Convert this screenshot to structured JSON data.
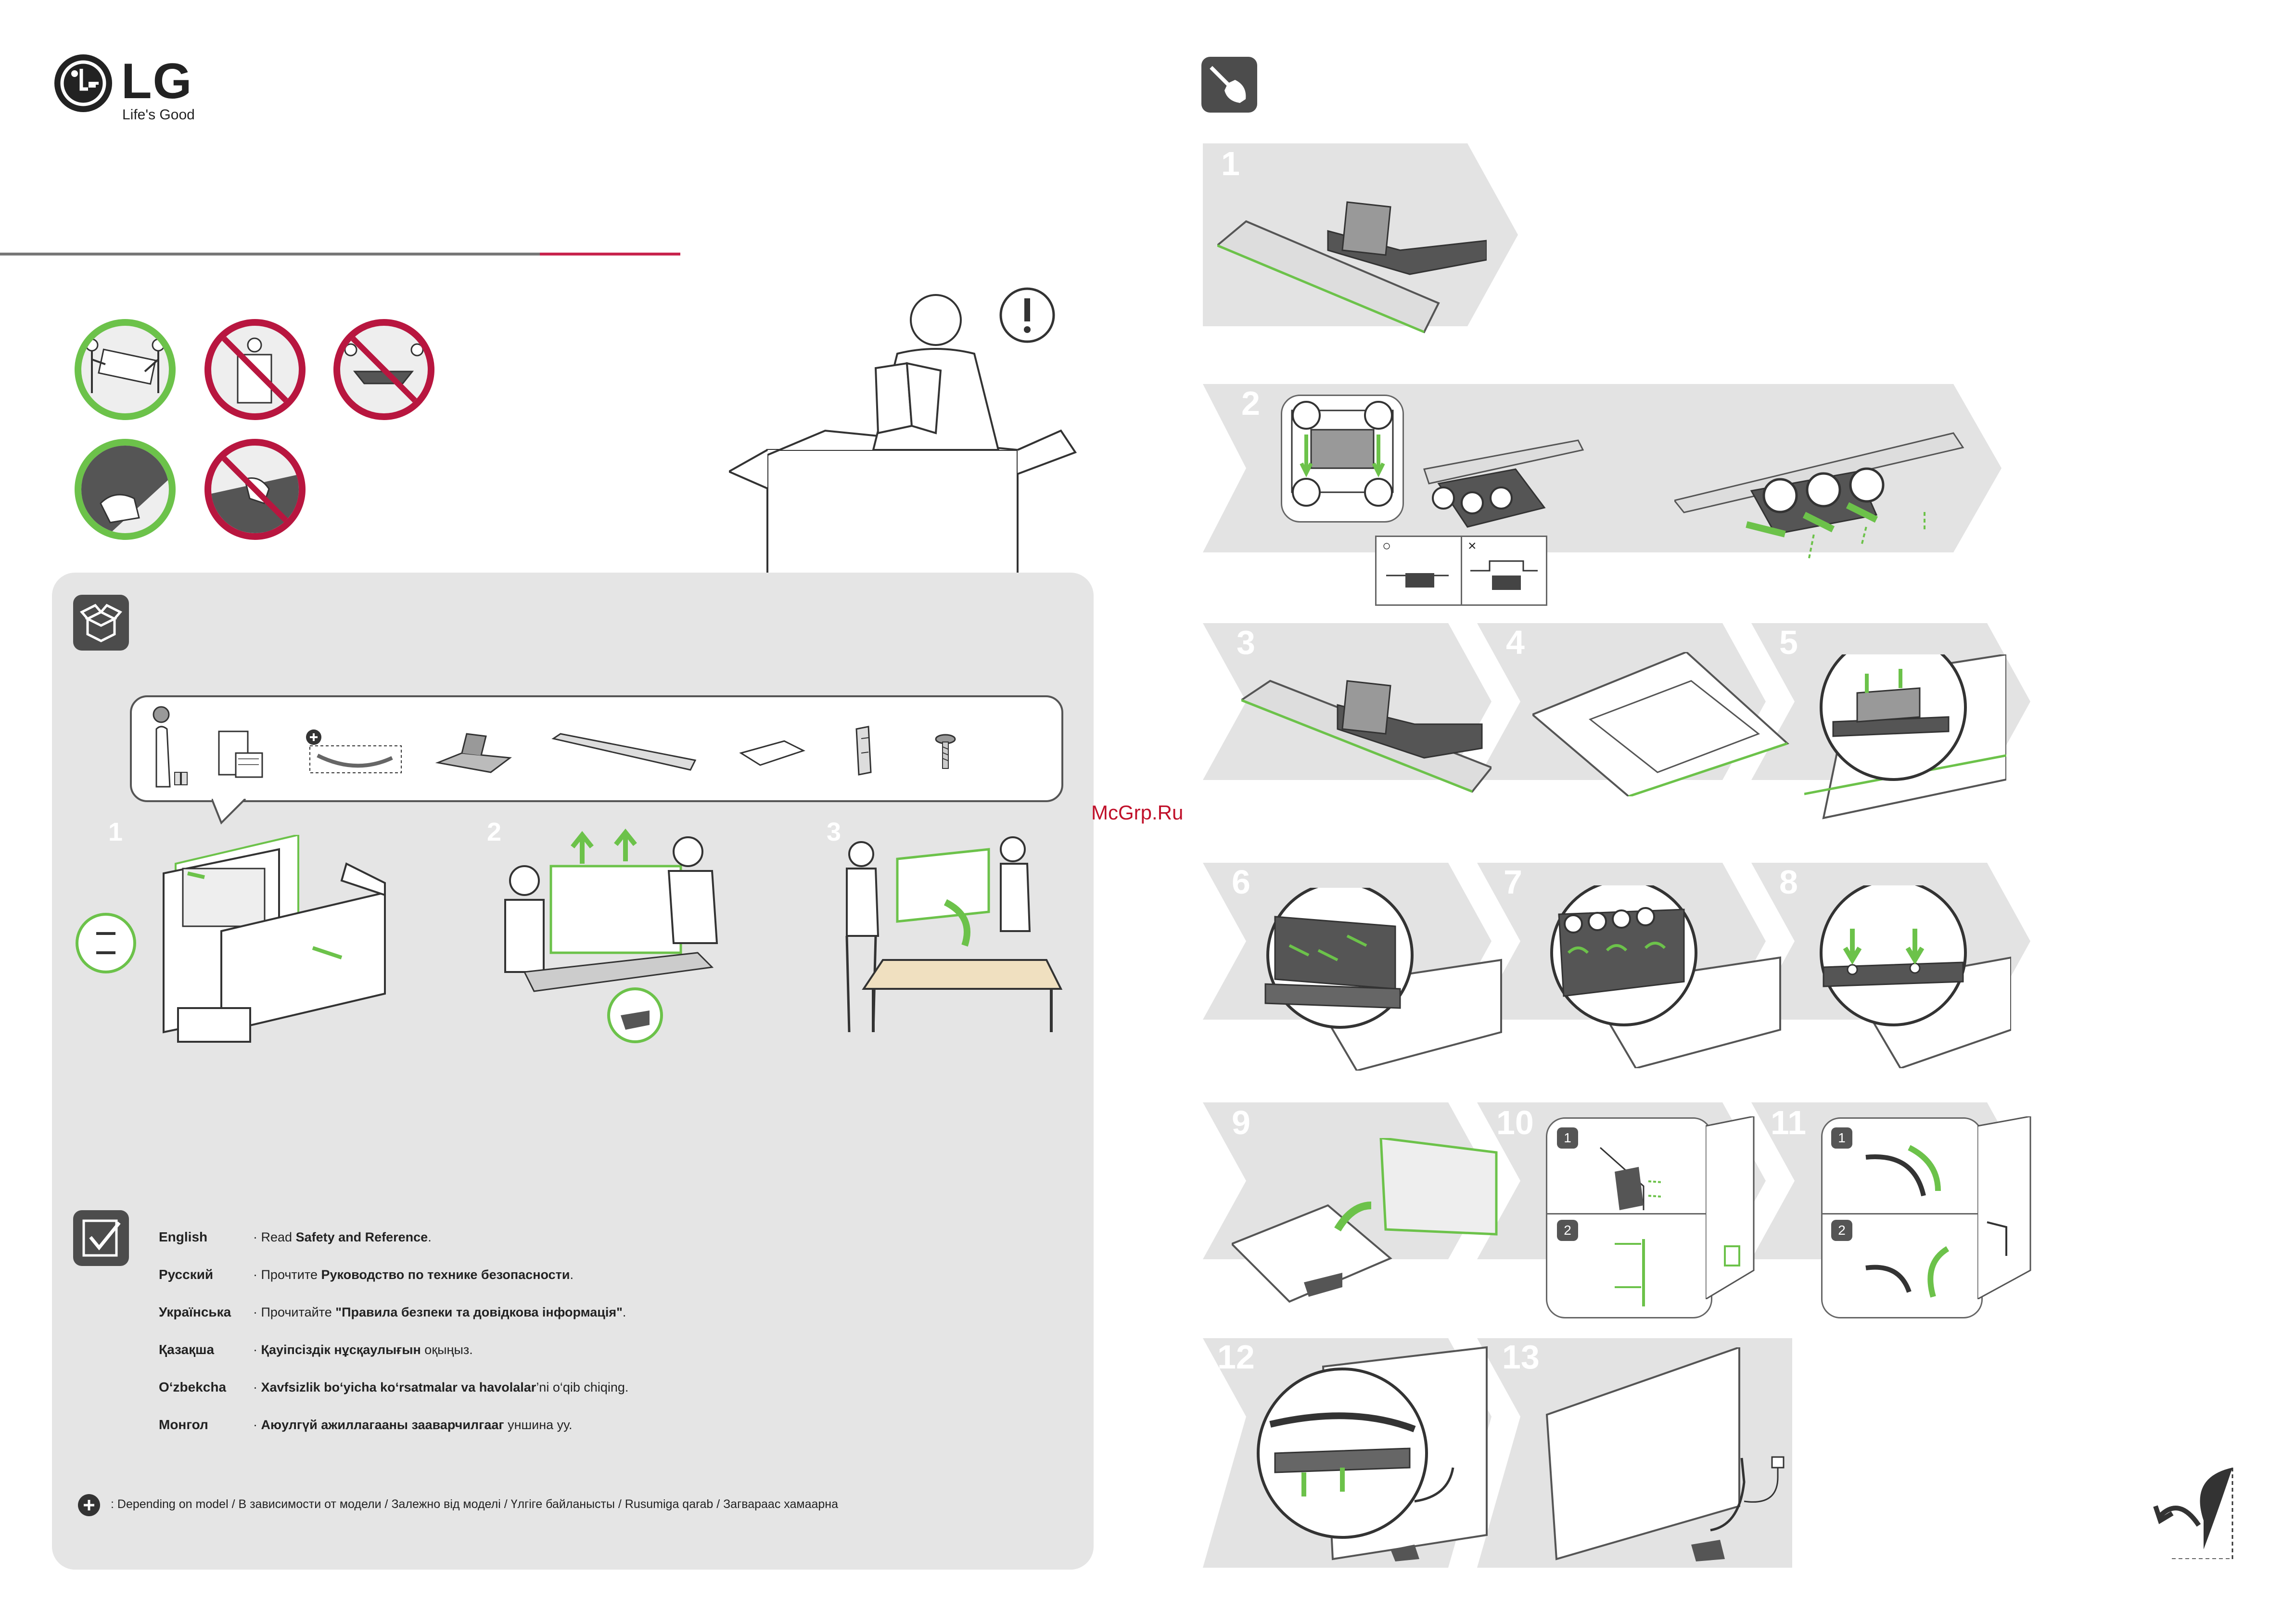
{
  "brand": {
    "logo_letters": "LG",
    "tagline": "Life's Good",
    "accent_green": "#6cc24a",
    "accent_red": "#b8163f",
    "brand_red": "#c8244d"
  },
  "watermark": "McGrp.Ru",
  "left": {
    "handling_badges": [
      {
        "kind": "ok",
        "icon": "two-people-carry-tv-icon"
      },
      {
        "kind": "no",
        "icon": "one-person-carry-tv-icon"
      },
      {
        "kind": "no",
        "icon": "carry-tv-flat-icon"
      },
      {
        "kind": "ok",
        "icon": "hold-tv-bottom-icon"
      },
      {
        "kind": "no",
        "icon": "touch-screen-icon"
      }
    ],
    "unpack_steps": [
      "1",
      "2",
      "3"
    ],
    "components": [
      {
        "icon": "remote-control-icon"
      },
      {
        "icon": "manuals-icon"
      },
      {
        "icon": "cable-tie-icon",
        "optional": true
      },
      {
        "icon": "stand-body-icon"
      },
      {
        "icon": "stand-base-icon"
      },
      {
        "icon": "back-cover-icon"
      },
      {
        "icon": "bracket-icon"
      },
      {
        "icon": "screw-icon"
      }
    ],
    "safety": {
      "languages": [
        {
          "name": "English",
          "bullet": "·",
          "pre": "Read ",
          "bold": "Safety and Reference",
          "post": "."
        },
        {
          "name": "Русский",
          "bullet": "·",
          "pre": "Прочтите ",
          "bold": "Руководство по технике безопасности",
          "post": "."
        },
        {
          "name": "Українська",
          "bullet": "·",
          "pre": "Прочитайте ",
          "bold": "\"Правила безпеки та довідкова інформація\"",
          "post": "."
        },
        {
          "name": "Қазақша",
          "bullet": "·",
          "pre": "",
          "bold": "Қауіпсіздік нұсқаулығын",
          "post": " оқыңыз."
        },
        {
          "name": "O‘zbekcha",
          "bullet": "·",
          "pre": "",
          "bold": "Xavfsizlik bo‘yicha ko‘rsatmalar va havolalar",
          "post": "’ni  o‘qib chiqing."
        },
        {
          "name": "Монгол",
          "bullet": "·",
          "pre": "",
          "bold": "Аюулгүй ажиллагааны зааварчилгааг",
          "post": " уншина уу."
        }
      ]
    },
    "footnote": ": Depending on model / В зависимости от модели / Залежно від моделі / Үлгіге байланысты / Rusumiga qarab / Загвараас хамаарна"
  },
  "right": {
    "header_icon": "screwdriver-icon",
    "steps": [
      "1",
      "2",
      "3",
      "4",
      "5",
      "6",
      "7",
      "8",
      "9",
      "10",
      "11",
      "12",
      "13"
    ],
    "step2_compare": {
      "ok_mark": "○",
      "no_mark": "×"
    },
    "substep_marks": [
      "1",
      "2"
    ],
    "page_turn_icon": "page-turn-icon"
  }
}
